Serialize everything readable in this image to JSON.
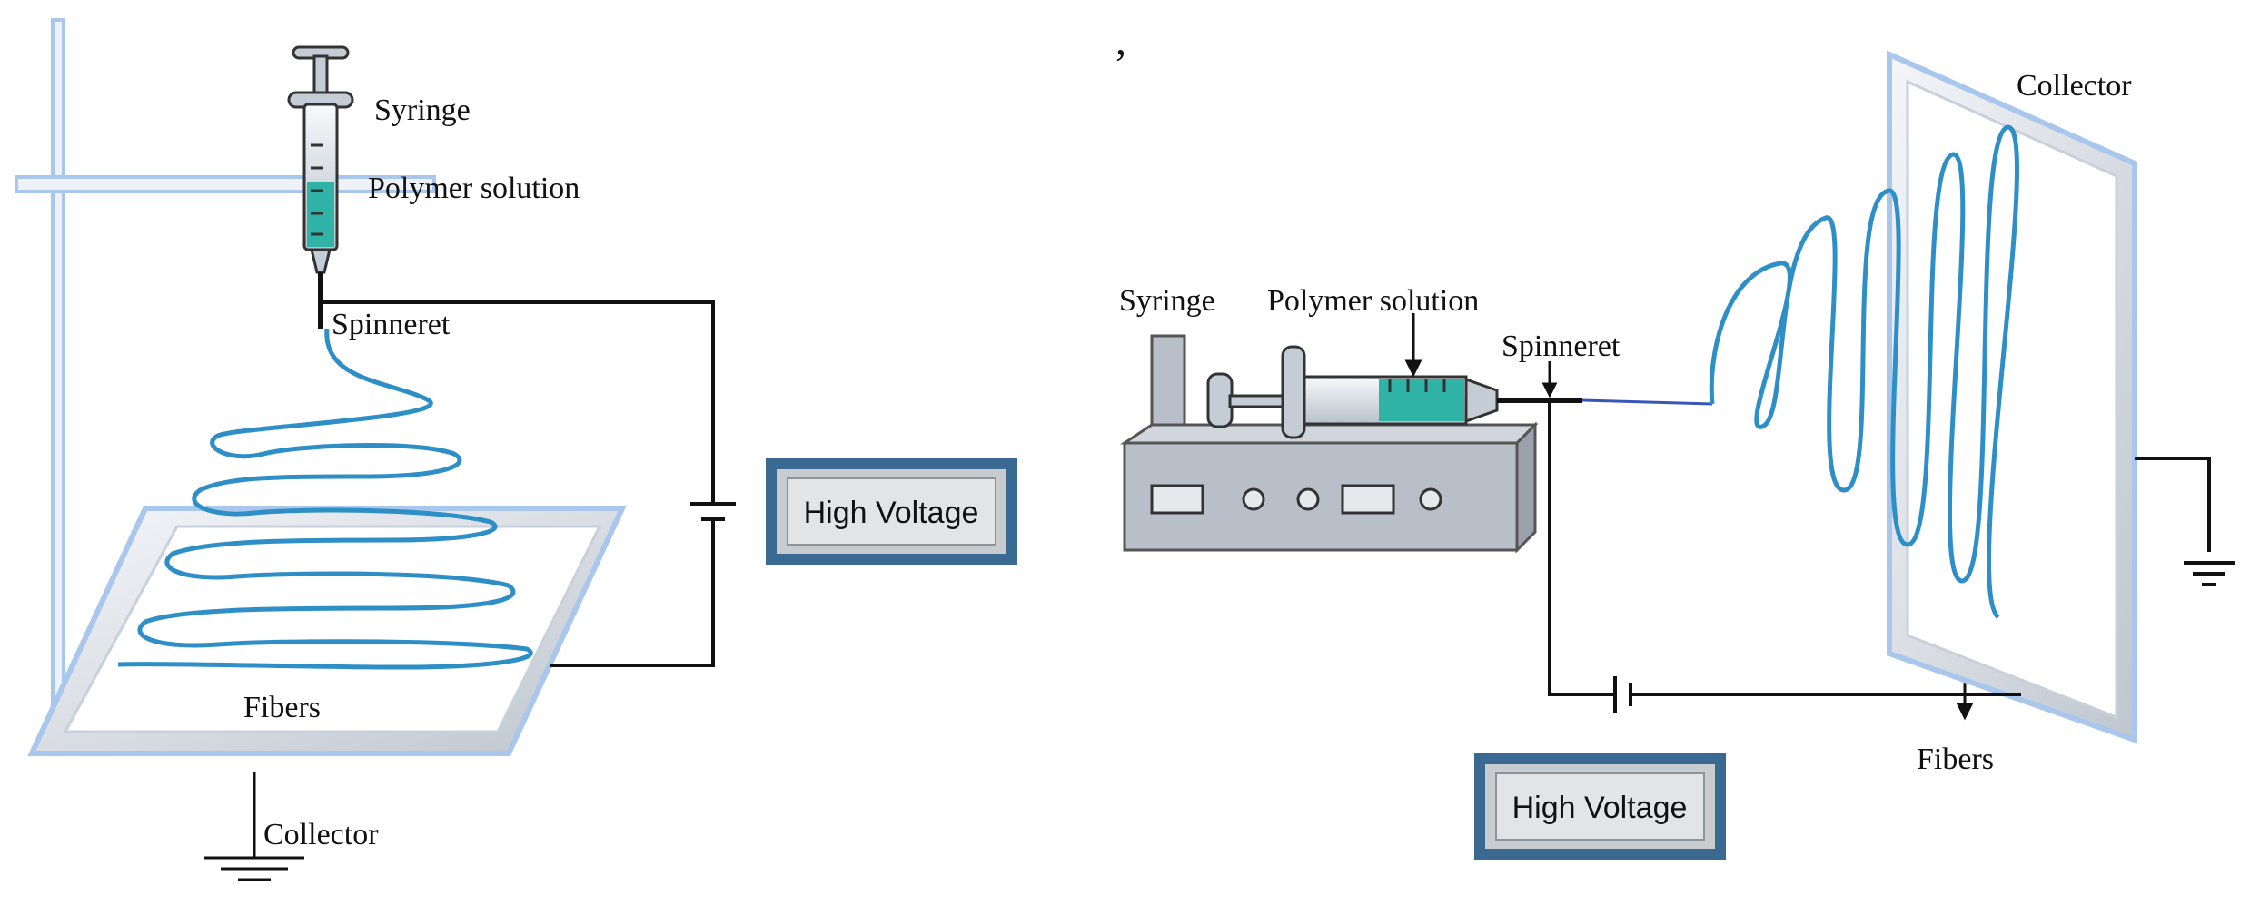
{
  "panel_a": {
    "syringe": "Syringe",
    "polymer_solution": "Polymer solution",
    "spinneret": "Spinneret",
    "high_voltage": "High Voltage",
    "fibers": "Fibers",
    "collector": "Collector"
  },
  "panel_b": {
    "marker": ",",
    "syringe": "Syringe",
    "polymer_solution": "Polymer solution",
    "spinneret": "Spinneret",
    "collector": "Collector",
    "high_voltage": "High Voltage",
    "fibers": "Fibers"
  },
  "colors": {
    "fiber": "#2e8fc7",
    "solution": "#2fb3a6",
    "frame_blue": "#a9c7ec",
    "wire": "#111111",
    "box_fill": "#d9d9d9",
    "box_border": "#3a6a92",
    "device": "#b9bfc8"
  }
}
